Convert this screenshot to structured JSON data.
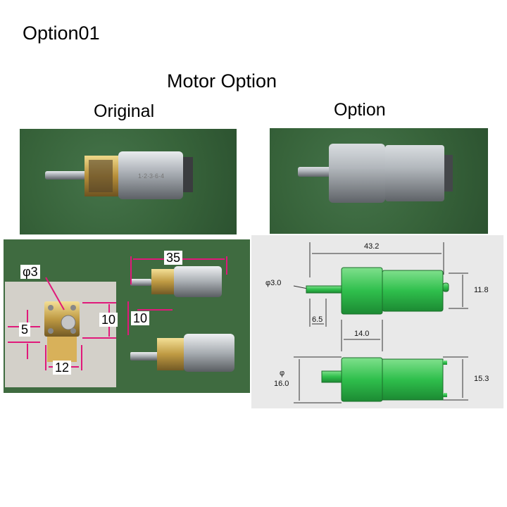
{
  "page": {
    "title": "Option01",
    "section_title": "Motor Option",
    "original_heading": "Original",
    "option_heading": "Option"
  },
  "original_dims": {
    "shaft_diameter": "φ3",
    "length": "35",
    "height": "10",
    "flat_offset": "10",
    "shaft_offset": "5",
    "width": "12"
  },
  "option_drawing": {
    "overall_length": "43.2",
    "shaft_diameter": "φ3.0",
    "flat_height": "11.8",
    "shaft_length": "6.5",
    "gearbox_length": "14.0",
    "body_diameter_symbol": "φ",
    "body_diameter": "16.0",
    "motor_height": "15.3"
  },
  "colors": {
    "mat_green": "#37633a",
    "dim_magenta": "#e0197a",
    "cad_green": "#2fbf4c",
    "cad_bg": "#e9e9e9"
  }
}
